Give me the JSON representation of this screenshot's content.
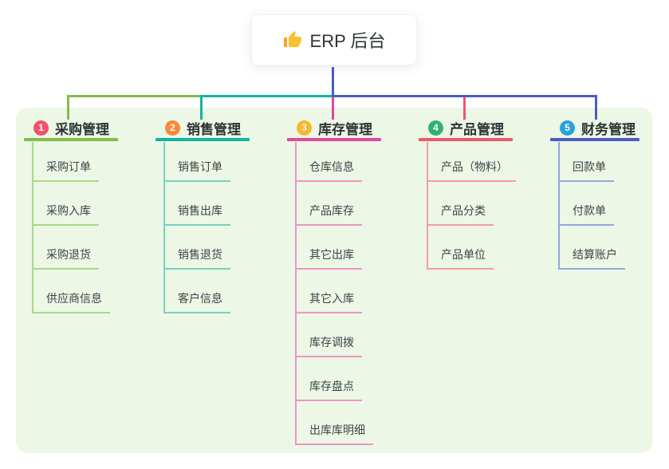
{
  "root": {
    "icon": "thumbs-up-icon",
    "label": "ERP 后台"
  },
  "palette": {
    "connector_blue": "#4b5cc4",
    "connector_green": "#85bc4c",
    "connector_teal": "#14b3a2",
    "connector_magenta": "#e2479e",
    "connector_red": "#f2556a",
    "panel_bg": "#ecf7e5",
    "text_dark": "#2d3436"
  },
  "branches": [
    {
      "number": "1",
      "label": "采购管理",
      "colors": {
        "badge": "#f2506b",
        "accent": "#85bc4c",
        "light": "#a8d88a"
      },
      "children": [
        "采购订单",
        "采购入库",
        "采购退货",
        "供应商信息"
      ]
    },
    {
      "number": "2",
      "label": "销售管理",
      "colors": {
        "badge": "#f9883c",
        "accent": "#14b3a2",
        "light": "#79d0c3"
      },
      "children": [
        "销售订单",
        "销售出库",
        "销售退货",
        "客户信息"
      ]
    },
    {
      "number": "3",
      "label": "库存管理",
      "colors": {
        "badge": "#fcb62b",
        "accent": "#e2479e",
        "light": "#ef94c6"
      },
      "children": [
        "仓库信息",
        "产品库存",
        "其它出库",
        "其它入库",
        "库存调拨",
        "库存盘点",
        "出库库明细"
      ]
    },
    {
      "number": "4",
      "label": "产品管理",
      "colors": {
        "badge": "#2fb36e",
        "accent": "#f2556a",
        "light": "#f79aa6"
      },
      "children": [
        "产品（物料）",
        "产品分类",
        "产品单位"
      ]
    },
    {
      "number": "5",
      "label": "财务管理",
      "colors": {
        "badge": "#29a0e0",
        "accent": "#4b5cc4",
        "light": "#94a5dc"
      },
      "children": [
        "回款单",
        "付款单",
        "结算账户"
      ]
    }
  ]
}
